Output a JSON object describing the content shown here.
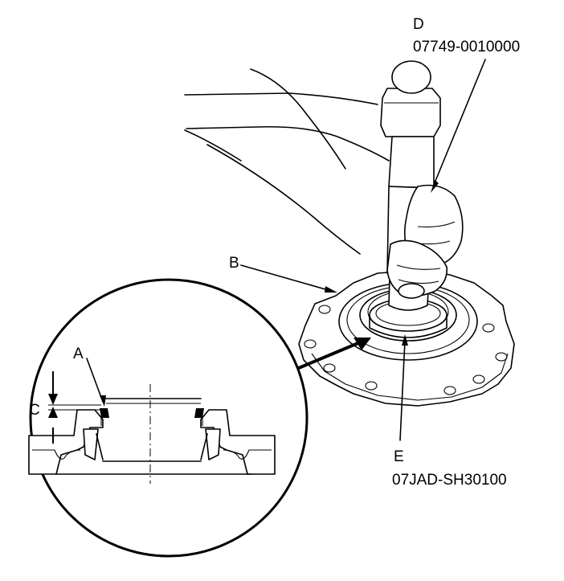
{
  "callouts": {
    "A": "A",
    "B": "B",
    "C": "C",
    "D": "D",
    "E": "E"
  },
  "tools": {
    "D_part_number": "07749-0010000",
    "E_part_number": "07JAD-SH30100"
  },
  "colors": {
    "line": "#000000",
    "background": "#ffffff"
  }
}
